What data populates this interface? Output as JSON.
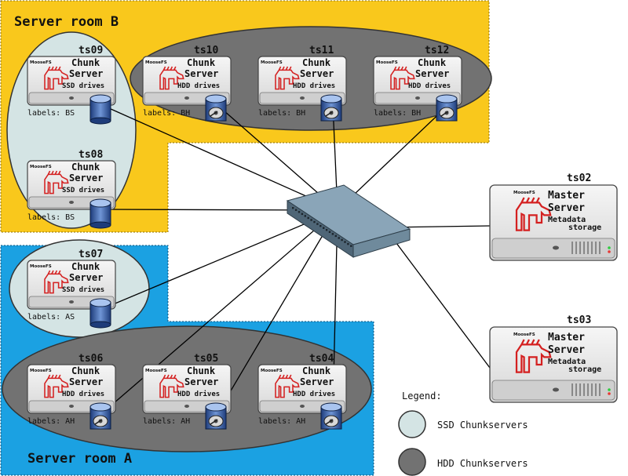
{
  "rooms": {
    "b": {
      "title": "Server room B"
    },
    "a": {
      "title": "Server room A"
    }
  },
  "chunkservers": [
    {
      "host": "ts09",
      "line1": "Chunk",
      "line2": "Server",
      "drives": "SSD drives",
      "labels": "labels: BS",
      "drive_type": "ssd"
    },
    {
      "host": "ts08",
      "line1": "Chunk",
      "line2": "Server",
      "drives": "SSD drives",
      "labels": "labels: BS",
      "drive_type": "ssd"
    },
    {
      "host": "ts10",
      "line1": "Chunk",
      "line2": "Server",
      "drives": "HDD drives",
      "labels": "labels: BH",
      "drive_type": "hdd"
    },
    {
      "host": "ts11",
      "line1": "Chunk",
      "line2": "Server",
      "drives": "HDD drives",
      "labels": "labels: BH",
      "drive_type": "hdd"
    },
    {
      "host": "ts12",
      "line1": "Chunk",
      "line2": "Server",
      "drives": "HDD drives",
      "labels": "labels: BH",
      "drive_type": "hdd"
    },
    {
      "host": "ts07",
      "line1": "Chunk",
      "line2": "Server",
      "drives": "SSD drives",
      "labels": "labels: AS",
      "drive_type": "ssd"
    },
    {
      "host": "ts06",
      "line1": "Chunk",
      "line2": "Server",
      "drives": "HDD drives",
      "labels": "labels: AH",
      "drive_type": "hdd"
    },
    {
      "host": "ts05",
      "line1": "Chunk",
      "line2": "Server",
      "drives": "HDD drives",
      "labels": "labels: AH",
      "drive_type": "hdd"
    },
    {
      "host": "ts04",
      "line1": "Chunk",
      "line2": "Server",
      "drives": "HDD drives",
      "labels": "labels: AH",
      "drive_type": "hdd"
    }
  ],
  "masters": [
    {
      "host": "ts02",
      "line1": "Master",
      "line2": "Server",
      "line3": "Metadata",
      "line4": "storage"
    },
    {
      "host": "ts03",
      "line1": "Master",
      "line2": "Server",
      "line3": "Metadata",
      "line4": "storage"
    }
  ],
  "brand": "MooseFS",
  "legend": {
    "title": "Legend:",
    "ssd": "SSD Chunkservers",
    "hdd": "HDD Chunkservers"
  },
  "colors": {
    "room_b": "#f9c81c",
    "room_a": "#1ba1e2",
    "ssd_group": "#d4e4e4",
    "hdd_group": "#727272",
    "server_body": "#e6e6e6",
    "logo_red": "#d42020",
    "switch": "#6f8a9c"
  }
}
